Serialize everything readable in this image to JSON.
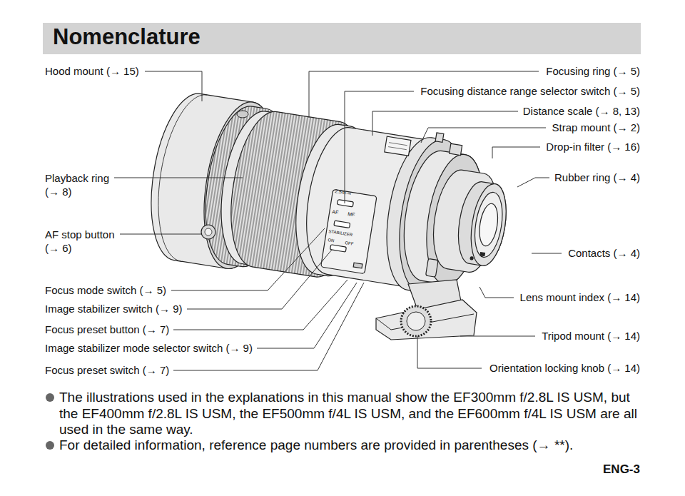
{
  "diagram": {
    "title": "Nomenclature",
    "labels": [
      "Hood mount (→ 15)",
      "Focusing ring (→ 5)",
      "Focusing distance range selector switch (→ 5)",
      "Distance scale (→ 8, 13)",
      "Strap mount (→ 2)",
      "Drop-in filter (→ 16)",
      "Playback ring (→ 8)",
      "Rubber ring (→ 4)",
      "AF stop button (→ 6)",
      "Contacts (→ 4)",
      "Focus mode switch (→ 5)",
      "Lens mount index (→ 14)",
      "Image stabilizer switch (→ 9)",
      "Focus preset button (→ 7)",
      "Tripod mount (→ 14)",
      "Image stabilizer mode selector switch (→ 9)",
      "Focus preset switch (→ 7)",
      "Orientation locking knob (→ 14)",
      "The illustrations used in the explanations in this manual show the EF300mm f/2.8L IS USM, but the EF400mm f/2.8L IS USM, the EF500mm f/4L IS USM, and the EF600mm f/4L IS USM are all used in the same way.",
      "For detailed information, reference page numbers are provided in parentheses (→ **).",
      "ENG-3",
      "2.5m-∞",
      "AF",
      "MF",
      "STABILIZER",
      "ON",
      "OFF"
    ]
  }
}
